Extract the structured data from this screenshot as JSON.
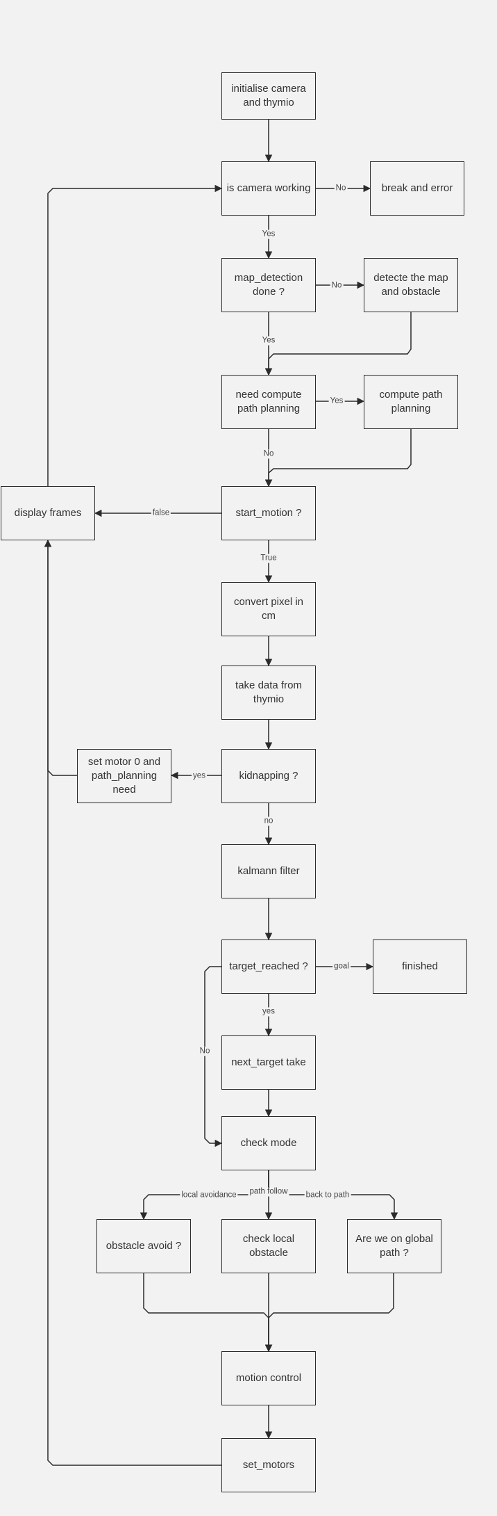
{
  "diagram": {
    "nodes": [
      {
        "id": "init",
        "label": "initialise camera and thymio"
      },
      {
        "id": "camera",
        "label": "is camera working"
      },
      {
        "id": "error",
        "label": "break and error"
      },
      {
        "id": "mapdet",
        "label": "map_detection done ?"
      },
      {
        "id": "detect",
        "label": "detecte the map and obstacle"
      },
      {
        "id": "needpath",
        "label": "need compute path planning"
      },
      {
        "id": "computepath",
        "label": "compute path planning"
      },
      {
        "id": "startmotion",
        "label": "start_motion ?"
      },
      {
        "id": "display",
        "label": "display frames"
      },
      {
        "id": "convert",
        "label": "convert pixel in cm"
      },
      {
        "id": "takedata",
        "label": "take data from thymio"
      },
      {
        "id": "kidnap",
        "label": "kidnapping ?"
      },
      {
        "id": "setmotor0",
        "label": "set motor  0 and path_planning need"
      },
      {
        "id": "kalman",
        "label": "kalmann filter"
      },
      {
        "id": "target",
        "label": "target_reached ?"
      },
      {
        "id": "finished",
        "label": "finished"
      },
      {
        "id": "nexttarget",
        "label": "next_target take"
      },
      {
        "id": "checkmode",
        "label": "check mode"
      },
      {
        "id": "obstacleavoid",
        "label": "obstacle avoid ?"
      },
      {
        "id": "checklocal",
        "label": "check local obstacle"
      },
      {
        "id": "globalpath",
        "label": "Are we on global path ?"
      },
      {
        "id": "motionctrl",
        "label": "motion control"
      },
      {
        "id": "setmotors",
        "label": "set_motors"
      }
    ],
    "edges": [
      {
        "id": "e-init-camera",
        "label": ""
      },
      {
        "id": "e-camera-error",
        "label": "No"
      },
      {
        "id": "e-camera-mapdet",
        "label": "Yes"
      },
      {
        "id": "e-mapdet-detect",
        "label": "No"
      },
      {
        "id": "e-mapdet-needpath",
        "label": "Yes"
      },
      {
        "id": "e-detect-needpath",
        "label": ""
      },
      {
        "id": "e-needpath-computepath",
        "label": "Yes"
      },
      {
        "id": "e-needpath-startmotion",
        "label": "No"
      },
      {
        "id": "e-computepath-startmotion",
        "label": ""
      },
      {
        "id": "e-startmotion-display",
        "label": "false"
      },
      {
        "id": "e-display-camera",
        "label": ""
      },
      {
        "id": "e-startmotion-convert",
        "label": "True"
      },
      {
        "id": "e-convert-takedata",
        "label": ""
      },
      {
        "id": "e-takedata-kidnap",
        "label": ""
      },
      {
        "id": "e-kidnap-setmotor0",
        "label": "yes"
      },
      {
        "id": "e-setmotor0-display",
        "label": ""
      },
      {
        "id": "e-kidnap-kalman",
        "label": "no"
      },
      {
        "id": "e-kalman-target",
        "label": ""
      },
      {
        "id": "e-target-finished",
        "label": "goal"
      },
      {
        "id": "e-target-nexttarget",
        "label": "yes"
      },
      {
        "id": "e-target-checkmode",
        "label": "No"
      },
      {
        "id": "e-nexttarget-checkmode",
        "label": ""
      },
      {
        "id": "e-checkmode-obstacleavoid",
        "label": "local avoidance"
      },
      {
        "id": "e-checkmode-checklocal",
        "label": "path follow"
      },
      {
        "id": "e-checkmode-globalpath",
        "label": "back to path"
      },
      {
        "id": "e-obstacleavoid-motionctrl",
        "label": ""
      },
      {
        "id": "e-checklocal-motionctrl",
        "label": ""
      },
      {
        "id": "e-globalpath-motionctrl",
        "label": ""
      },
      {
        "id": "e-motionctrl-setmotors",
        "label": ""
      },
      {
        "id": "e-setmotors-display",
        "label": ""
      }
    ]
  }
}
